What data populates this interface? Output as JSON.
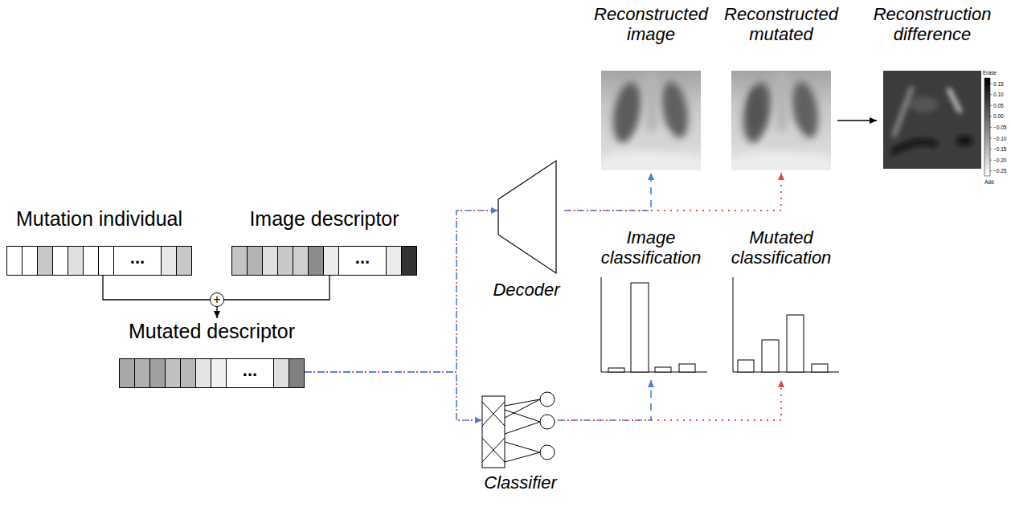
{
  "diagram": {
    "nodes": [
      {
        "text": [
          "Mutation individual",
          "..."
        ]
      },
      {
        "text": [
          "Image descriptor",
          "..."
        ]
      },
      {
        "text": [
          "+"
        ]
      },
      {
        "text": [
          "Mutated descriptor",
          "..."
        ]
      },
      {
        "text": [
          "Decoder"
        ]
      },
      {
        "text": [
          "Classifier"
        ]
      },
      {
        "text": [
          "Reconstructed image"
        ]
      },
      {
        "text": [
          "Reconstructed mutated"
        ]
      },
      {
        "text": [
          "Reconstruction difference"
        ]
      },
      {
        "text": [
          "Image classification"
        ]
      },
      {
        "text": [
          "Mutated classification"
        ]
      }
    ],
    "edges": [
      {
        "from": 0,
        "to": 2,
        "arrow": "none"
      },
      {
        "from": 1,
        "to": 2,
        "arrow": "none"
      },
      {
        "from": 2,
        "to": 3,
        "arrow": "to"
      },
      {
        "from": 3,
        "to": 4,
        "arrow": "to"
      },
      {
        "from": 3,
        "to": 5,
        "arrow": "to"
      },
      {
        "from": 4,
        "to": 6,
        "arrow": "to"
      },
      {
        "from": 4,
        "to": 7,
        "arrow": "to"
      },
      {
        "from": 7,
        "to": 8,
        "arrow": "to"
      },
      {
        "from": 5,
        "to": 9,
        "arrow": "to"
      },
      {
        "from": 5,
        "to": 10,
        "arrow": "to"
      }
    ],
    "labels": [
      "Erase",
      "0.15",
      "0.10",
      "0.05",
      "0.00",
      "−0.05",
      "−0.10",
      "−0.15",
      "−0.20",
      "−0.25",
      "Add"
    ]
  }
}
